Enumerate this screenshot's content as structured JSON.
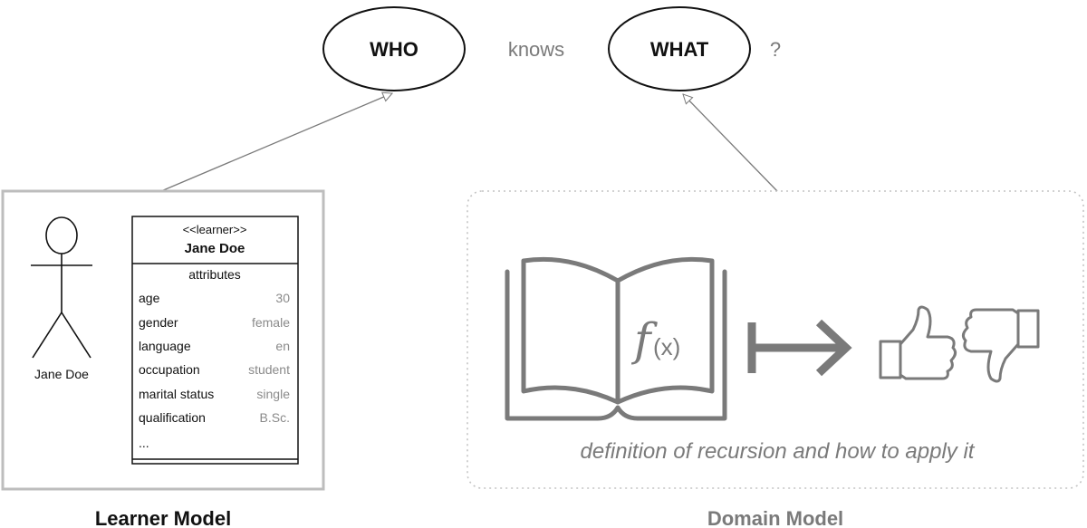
{
  "question": {
    "who": "WHO",
    "knows": "knows",
    "what": "WHAT",
    "mark": "?"
  },
  "learner_model": {
    "title": "Learner Model",
    "actor_label": "Jane Doe",
    "class_box": {
      "stereotype": "<<learner>>",
      "name": "Jane Doe",
      "section_title": "attributes",
      "attributes": [
        {
          "key": "age",
          "value": "30"
        },
        {
          "key": "gender",
          "value": "female"
        },
        {
          "key": "language",
          "value": "en"
        },
        {
          "key": "occupation",
          "value": "student"
        },
        {
          "key": "marital status",
          "value": "single"
        },
        {
          "key": "qualification",
          "value": "B.Sc."
        }
      ],
      "more": "..."
    }
  },
  "domain_model": {
    "title": "Domain Model",
    "caption": "definition of recursion and how to apply it",
    "book_glyph": "f",
    "book_arg": "(x)",
    "icons": [
      "book-icon",
      "maps-to-arrow-icon",
      "thumbs-up-icon",
      "thumbs-down-icon"
    ]
  },
  "colors": {
    "dark": "#111111",
    "mid_gray": "#7a7a7a",
    "light_gray": "#bdbdbd",
    "dotted_border": "#c4c4c4"
  }
}
